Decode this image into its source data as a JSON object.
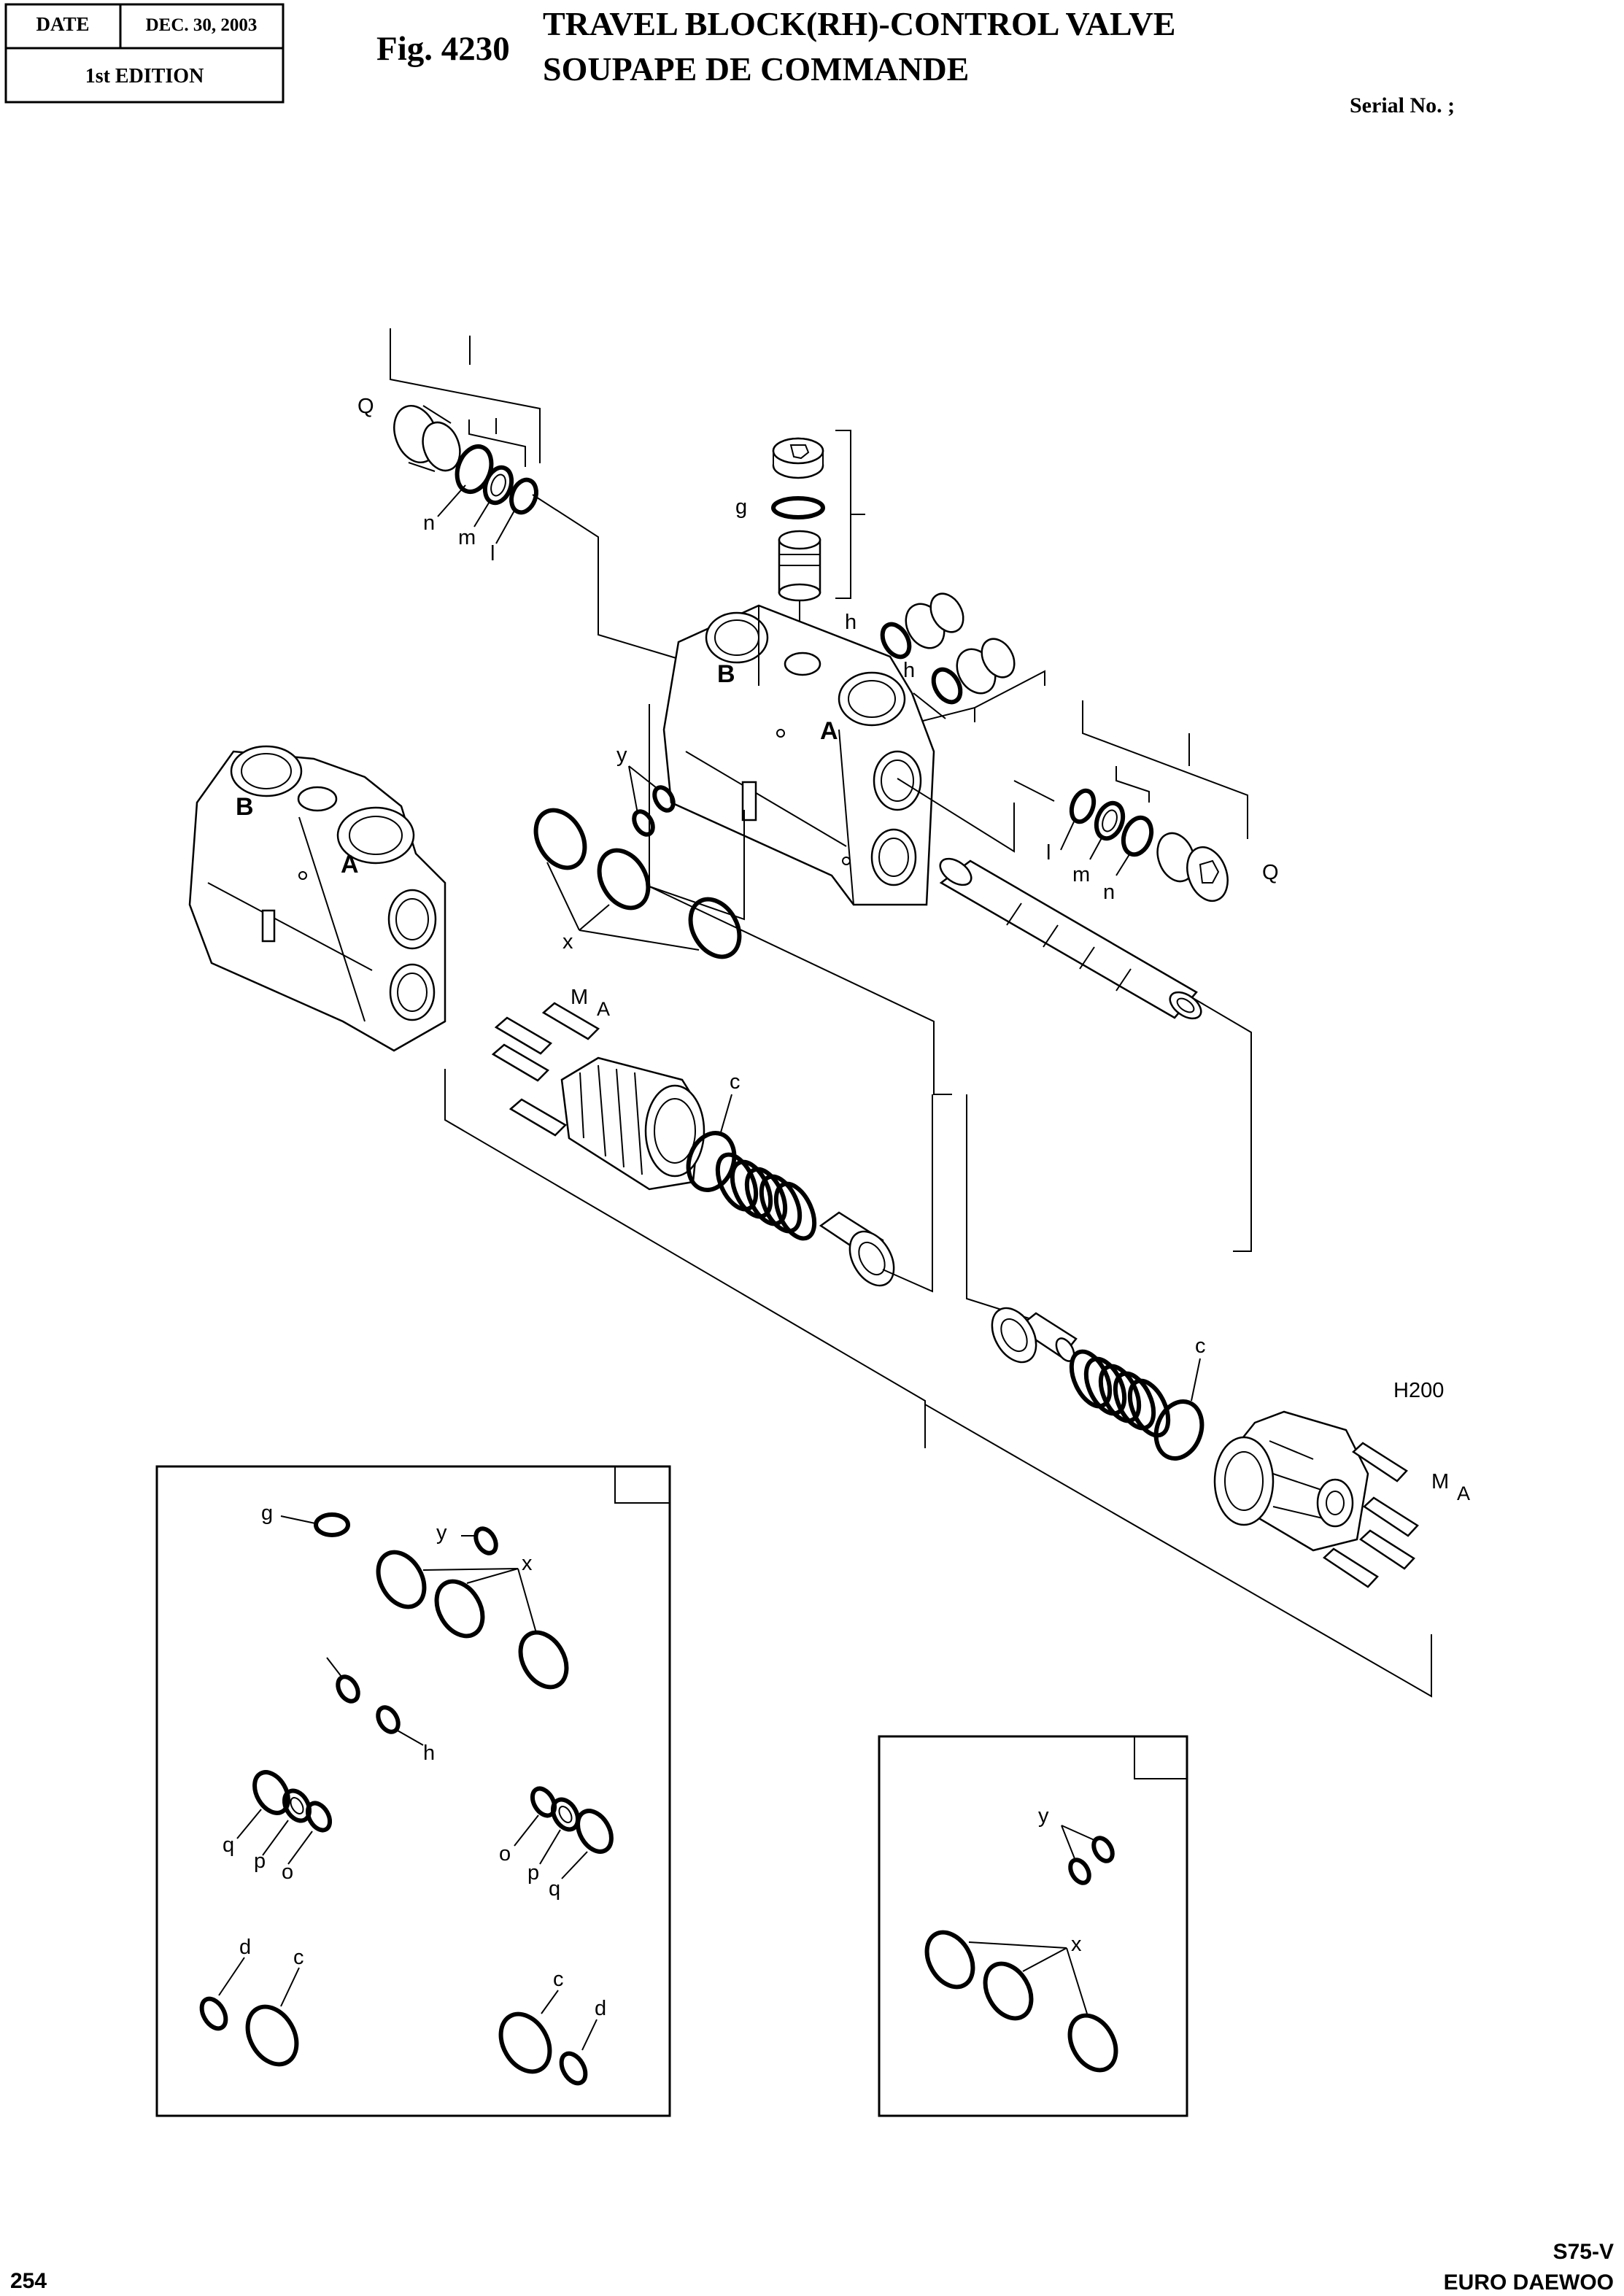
{
  "header": {
    "date_label": "DATE",
    "date_value": "DEC. 30, 2003",
    "edition": "1st EDITION",
    "fig_number": "Fig. 4230",
    "title_en": "TRAVEL BLOCK(RH)-CONTROL VALVE",
    "title_fr": "SOUPAPE DE COMMANDE",
    "serial": "Serial No. ;"
  },
  "footer": {
    "page_number": "254",
    "model": "S75-V",
    "brand": "EURO DAEWOO"
  },
  "callouts": {
    "Q": "Q",
    "n": "n",
    "m": "m",
    "l": "l",
    "g": "g",
    "h": "h",
    "y": "y",
    "x": "x",
    "A": "A",
    "B": "B",
    "M": "M",
    "c": "c",
    "d": "d",
    "o": "o",
    "p": "p",
    "q": "q",
    "H200": "H200"
  }
}
